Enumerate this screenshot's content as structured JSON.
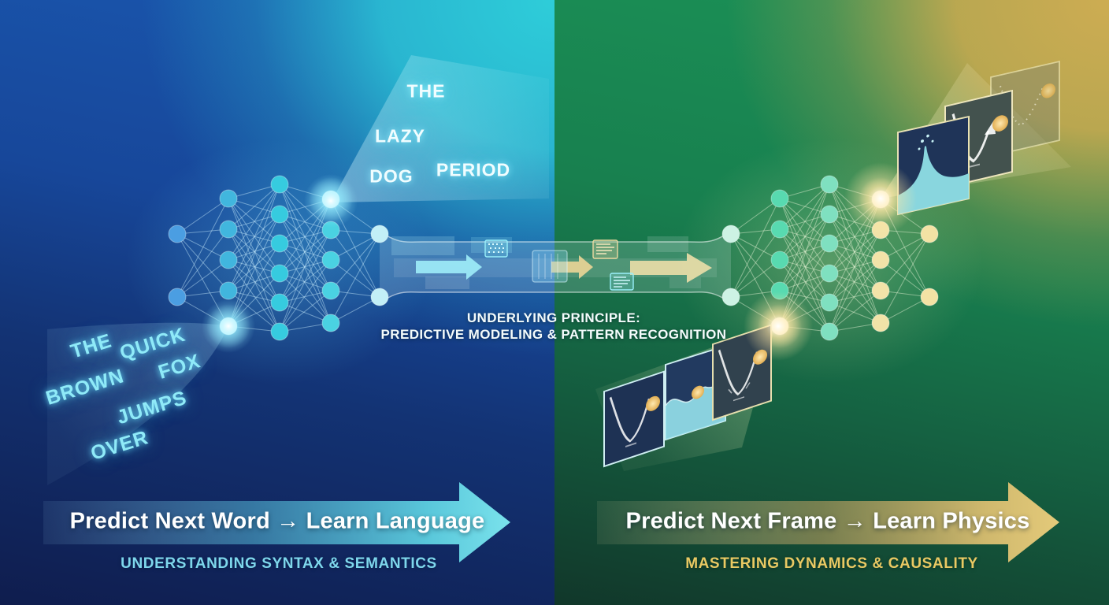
{
  "left_panel": {
    "theme": "language",
    "accent_color": "#2fc9d8",
    "input_words": [
      "THE",
      "QUICK",
      "BROWN",
      "FOX",
      "JUMPS",
      "OVER"
    ],
    "output_words": [
      "THE",
      "LAZY",
      "DOG",
      "PERIOD"
    ],
    "arrow_title": "Predict Next Word → Learn Language",
    "subtitle": "UNDERSTANDING SYNTAX & SEMANTICS"
  },
  "right_panel": {
    "theme": "physics",
    "accent_color": "#d8bc6e",
    "arrow_title": "Predict Next Frame → Learn Physics",
    "subtitle": "MASTERING DYNAMICS & CAUSALITY",
    "frame_motifs": [
      "bouncing-ball",
      "water-wave",
      "bouncing-ball-splash",
      "water-splash",
      "bounce-arrow",
      "dotted-trajectory"
    ]
  },
  "center": {
    "principle_line1": "UNDERLYING PRINCIPLE:",
    "principle_line2": "PREDICTIVE MODELING & PATTERN RECOGNITION"
  },
  "icons": {
    "pipe": [
      "flow-arrow-icon",
      "data-grid-icon",
      "document-icon",
      "data-block-icon"
    ]
  }
}
